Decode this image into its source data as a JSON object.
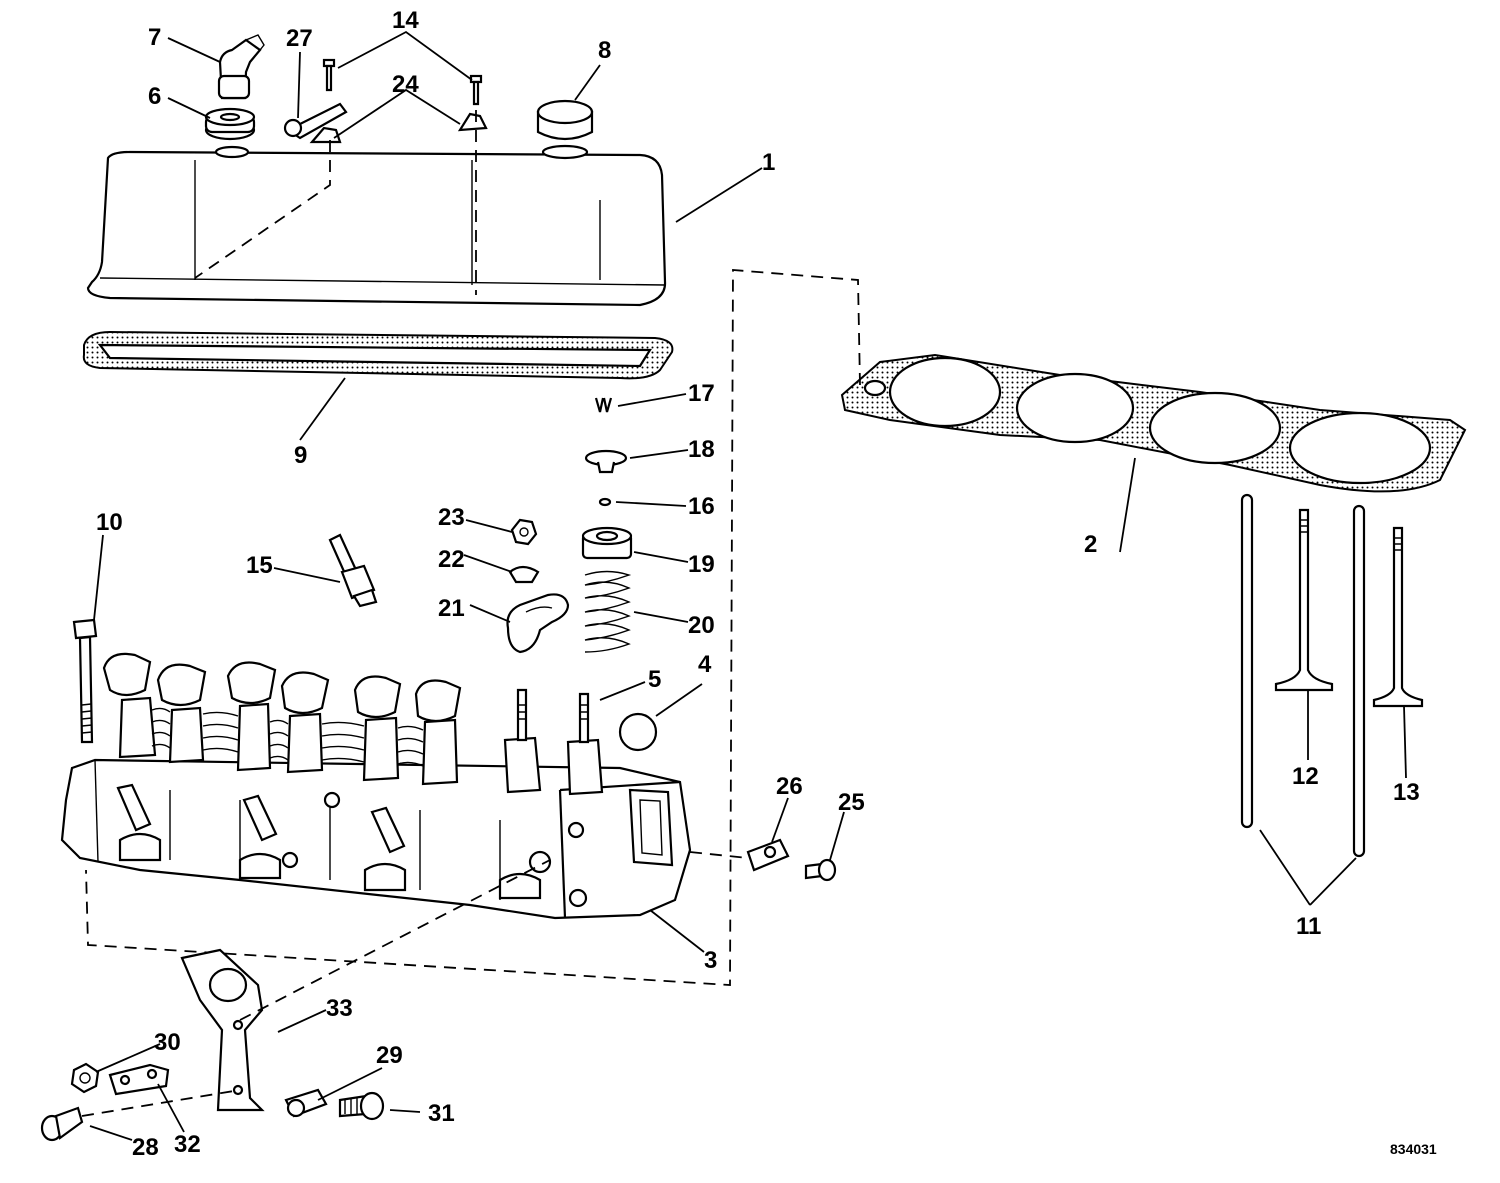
{
  "labels": {
    "l1": "1",
    "l2": "2",
    "l3": "3",
    "l4": "4",
    "l5": "5",
    "l6": "6",
    "l7": "7",
    "l8": "8",
    "l9": "9",
    "l10": "10",
    "l11": "11",
    "l12": "12",
    "l13": "13",
    "l14": "14",
    "l15": "15",
    "l16": "16",
    "l17": "17",
    "l18": "18",
    "l19": "19",
    "l20": "20",
    "l21": "21",
    "l22": "22",
    "l23": "23",
    "l24": "24",
    "l25": "25",
    "l26": "26",
    "l27": "27",
    "l28": "28",
    "l29": "29",
    "l30": "30",
    "l31": "31",
    "l32": "32",
    "l33": "33"
  },
  "drawing_code": "834031"
}
